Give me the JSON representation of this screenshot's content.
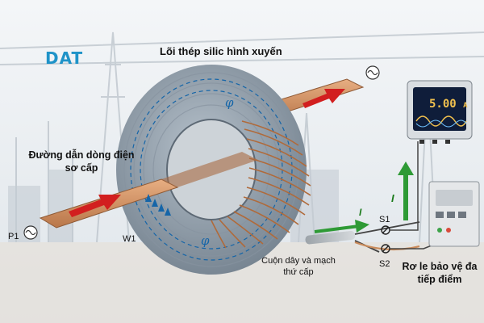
{
  "logo": "DAT",
  "title": "Lõi thép silic hình xuyến",
  "labels": {
    "primary": "Đường dẫn dòng điện sơ cấp",
    "p1": "P1",
    "w1": "W1",
    "secondary": "Cuộn dây và mạch thứ cấp",
    "s1": "S1",
    "s2": "S2",
    "relay": "Rơ le bảo vệ đa tiếp điểm",
    "current_symbol": "I",
    "flux_symbol": "φ"
  },
  "meter": {
    "reading": "5.00",
    "unit": "A"
  },
  "colors": {
    "brand": "#1f93c8",
    "core": "#7c8a98",
    "copper": "#c98a5a",
    "arrow_red": "#d21f1f",
    "arrow_green": "#2e9a35",
    "flux_blue": "#1565a8",
    "meter_screen": "#0f1d3a"
  },
  "icons": [
    "ac-source-icon",
    "terminal-icon",
    "meter-icon",
    "relay-icon"
  ]
}
